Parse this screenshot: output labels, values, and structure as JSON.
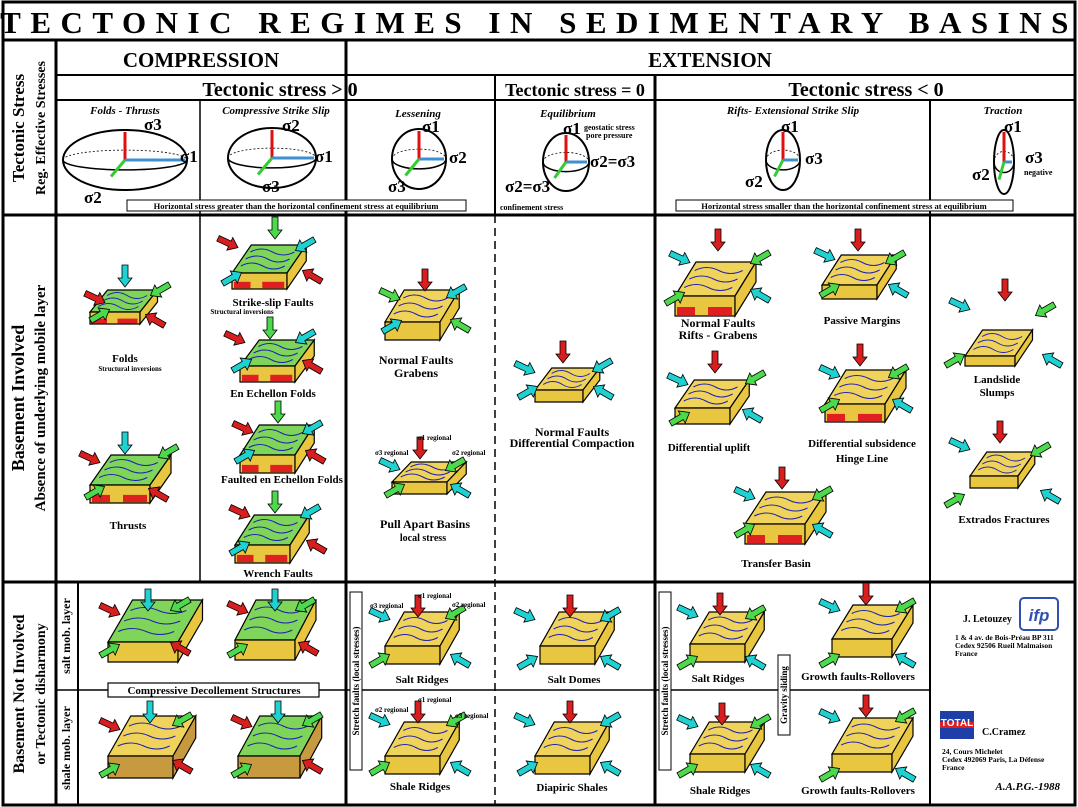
{
  "title": "TECTONIC REGIMES IN SEDIMENTARY BASINS",
  "regimes": {
    "compression": "COMPRESSION",
    "extension": "EXTENSION"
  },
  "stress_headers": {
    "positive": "Tectonic stress > 0",
    "zero": "Tectonic stress = 0",
    "negative": "Tectonic stress < 0"
  },
  "row_labels": {
    "stress_main": "Tectonic Stress",
    "stress_sub": "Reg. Effective Stresses",
    "basement_main": "Basement Involved",
    "basement_sub": "Absence of underlying mobile layer",
    "notinv_main": "Basement Not Involved",
    "notinv_sub": "or Tectonic disharmony",
    "salt": "salt mob. layer",
    "shale": "shale mob. layer"
  },
  "stress_columns": {
    "folds_thrusts": "Folds - Thrusts",
    "comp_strike_slip": "Compressive Strike Slip",
    "lessening": "Lessening",
    "equilibrium": "Equilibrium",
    "rifts": "Rifts- Extensional Strike Slip",
    "traction": "Traction"
  },
  "sigma": {
    "s1": "σ1",
    "s2": "σ2",
    "s3": "σ3",
    "s2eq3": "σ2=σ3"
  },
  "stress_notes": {
    "geostatic": "geostatic stress",
    "pore": "pore pressure",
    "confinement": "confinement stress",
    "negative": "negative",
    "horiz_greater": "Horizontal stress greater than the horizontal confinement stress at equilibrium",
    "horiz_smaller": "Horizontal stress smaller than the horizontal confinement stress at equilibrium"
  },
  "basement_captions": {
    "folds": "Folds",
    "struct_inv": "Structural inversions",
    "strike_slip": "Strike-slip Faults",
    "struct_inv2": "Structural inversions",
    "en_echelon": "En Echellon Folds",
    "faulted_echelon": "Faulted en Echellon Folds",
    "wrench": "Wrench Faults",
    "thrusts": "Thrusts",
    "normal_grabens_a": "Normal Faults",
    "normal_grabens_b": "Grabens",
    "pull_apart": "Pull Apart Basins",
    "local_stress": "local stress",
    "nf_diff_a": "Normal Faults",
    "nf_diff_b": "Differential Compaction",
    "rifts_a": "Normal Faults",
    "rifts_b": "Rifts - Grabens",
    "passive": "Passive Margins",
    "diff_uplift": "Differential uplift",
    "diff_sub_a": "Differential subsidence",
    "diff_sub_b": "Hinge Line",
    "transfer": "Transfer Basin",
    "landslide_a": "Landslide",
    "landslide_b": "Slumps",
    "extrados": "Extrados Fractures"
  },
  "notinv_captions": {
    "comp_decol": "Compressive Decollement Structures",
    "salt_ridges": "Salt Ridges",
    "shale_ridges": "Shale Ridges",
    "salt_domes": "Salt Domes",
    "diapiric": "Diapiric Shales",
    "salt_ridges2": "Salt Ridges",
    "shale_ridges2": "Shale Ridges",
    "growth1": "Growth faults-Rollovers",
    "growth2": "Growth faults-Rollovers",
    "stretch": "Stretch faults (local stresses)",
    "gravity": "Gravity sliding"
  },
  "stress_labels": {
    "s1_regional": "σ1 regional",
    "s2_regional": "σ2 regional",
    "s3_regional": "σ3 regional"
  },
  "credits": {
    "author1": "J. Letouzey",
    "ifp": "ifp",
    "addr1a": "1 & 4 av. de Bois-Préau BP 311",
    "addr1b": "Cedex 92506 Rueil Malmaison",
    "addr1c": "France",
    "total": "TOTAL",
    "author2": "C.Cramez",
    "addr2a": "24, Cours Michelet",
    "addr2b": "Cedex 492069 Paris, La Défense",
    "addr2c": "France",
    "apg": "A.A.P.G.-1988"
  },
  "colors": {
    "block_top": "#7fd45a",
    "block_sand": "#f0d35a",
    "block_side": "#e8c640",
    "block_red": "#e02020",
    "arrow_cyan": "#1fd1d1",
    "arrow_green": "#4cd94c",
    "arrow_red": "#d81e1e",
    "axis_red": "#e01010",
    "axis_blue": "#3c8fd0",
    "axis_green": "#33cc33"
  }
}
